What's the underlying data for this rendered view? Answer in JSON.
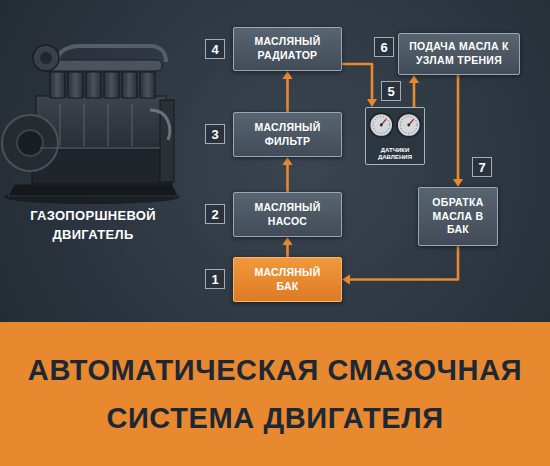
{
  "diagram": {
    "title": "АВТОМАТИЧЕСКАЯ СМАЗОЧНАЯ СИСТЕМА ДВИГАТЕЛЯ",
    "nodes": [
      {
        "text": [
          "МАСЛЯНЫЙ РАДИАТОР"
        ]
      },
      {
        "text": [
          "ПОДАЧА МАСЛА К УЗЛАМ ТРЕНИЯ"
        ]
      },
      {
        "text": [
          "МАСЛЯНЫЙ ФИЛЬТР"
        ]
      },
      {
        "text": [
          "ДАТЧИКИ ДАВЛЕНИЯ"
        ]
      },
      {
        "text": [
          "МАСЛЯНЫЙ НАСОС"
        ]
      },
      {
        "text": [
          "ОБРАТКА МАСЛА В БАК"
        ]
      },
      {
        "text": [
          "МАСЛЯНЫЙ БАК"
        ]
      }
    ],
    "edges": [
      {
        "from": 6,
        "to": 4,
        "arrow": "to"
      },
      {
        "from": 4,
        "to": 2,
        "arrow": "to"
      },
      {
        "from": 2,
        "to": 0,
        "arrow": "to"
      },
      {
        "from": 0,
        "to": 3,
        "arrow": "to"
      },
      {
        "from": 3,
        "to": 1,
        "arrow": "to"
      },
      {
        "from": 1,
        "to": 5,
        "arrow": "to"
      },
      {
        "from": 5,
        "to": 6,
        "arrow": "to"
      }
    ],
    "labels": [
      "ГАЗОПОРШНЕВОЙ ДВИГАТЕЛЬ",
      "1",
      "2",
      "3",
      "4",
      "5",
      "6",
      "7"
    ]
  }
}
